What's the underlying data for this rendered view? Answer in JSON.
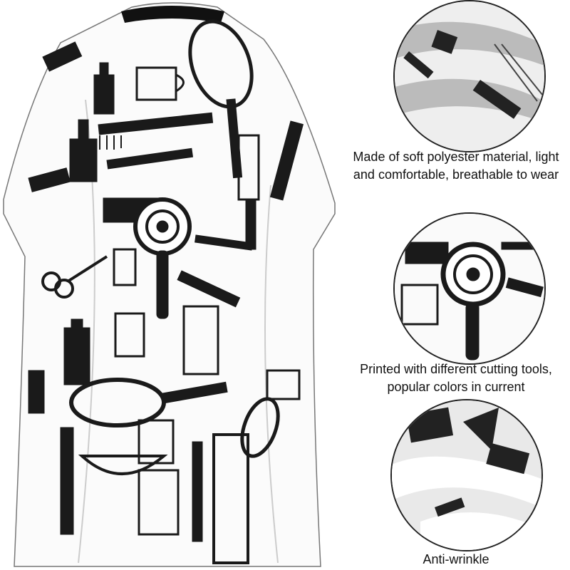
{
  "product": {
    "name": "barber-cape",
    "pattern": "vintage barber tools print",
    "colors": {
      "background": "#ffffff",
      "print": "#1a1a1a",
      "neckband": "#111111"
    }
  },
  "features": [
    {
      "icon": "fabric-closeup",
      "caption": "Made of soft polyester material, light and comfortable, breathable to wear"
    },
    {
      "icon": "print-closeup",
      "caption": "Printed with different cutting tools, popular colors in current"
    },
    {
      "icon": "wrinkle-closeup",
      "caption": "Anti-wrinkle"
    }
  ]
}
